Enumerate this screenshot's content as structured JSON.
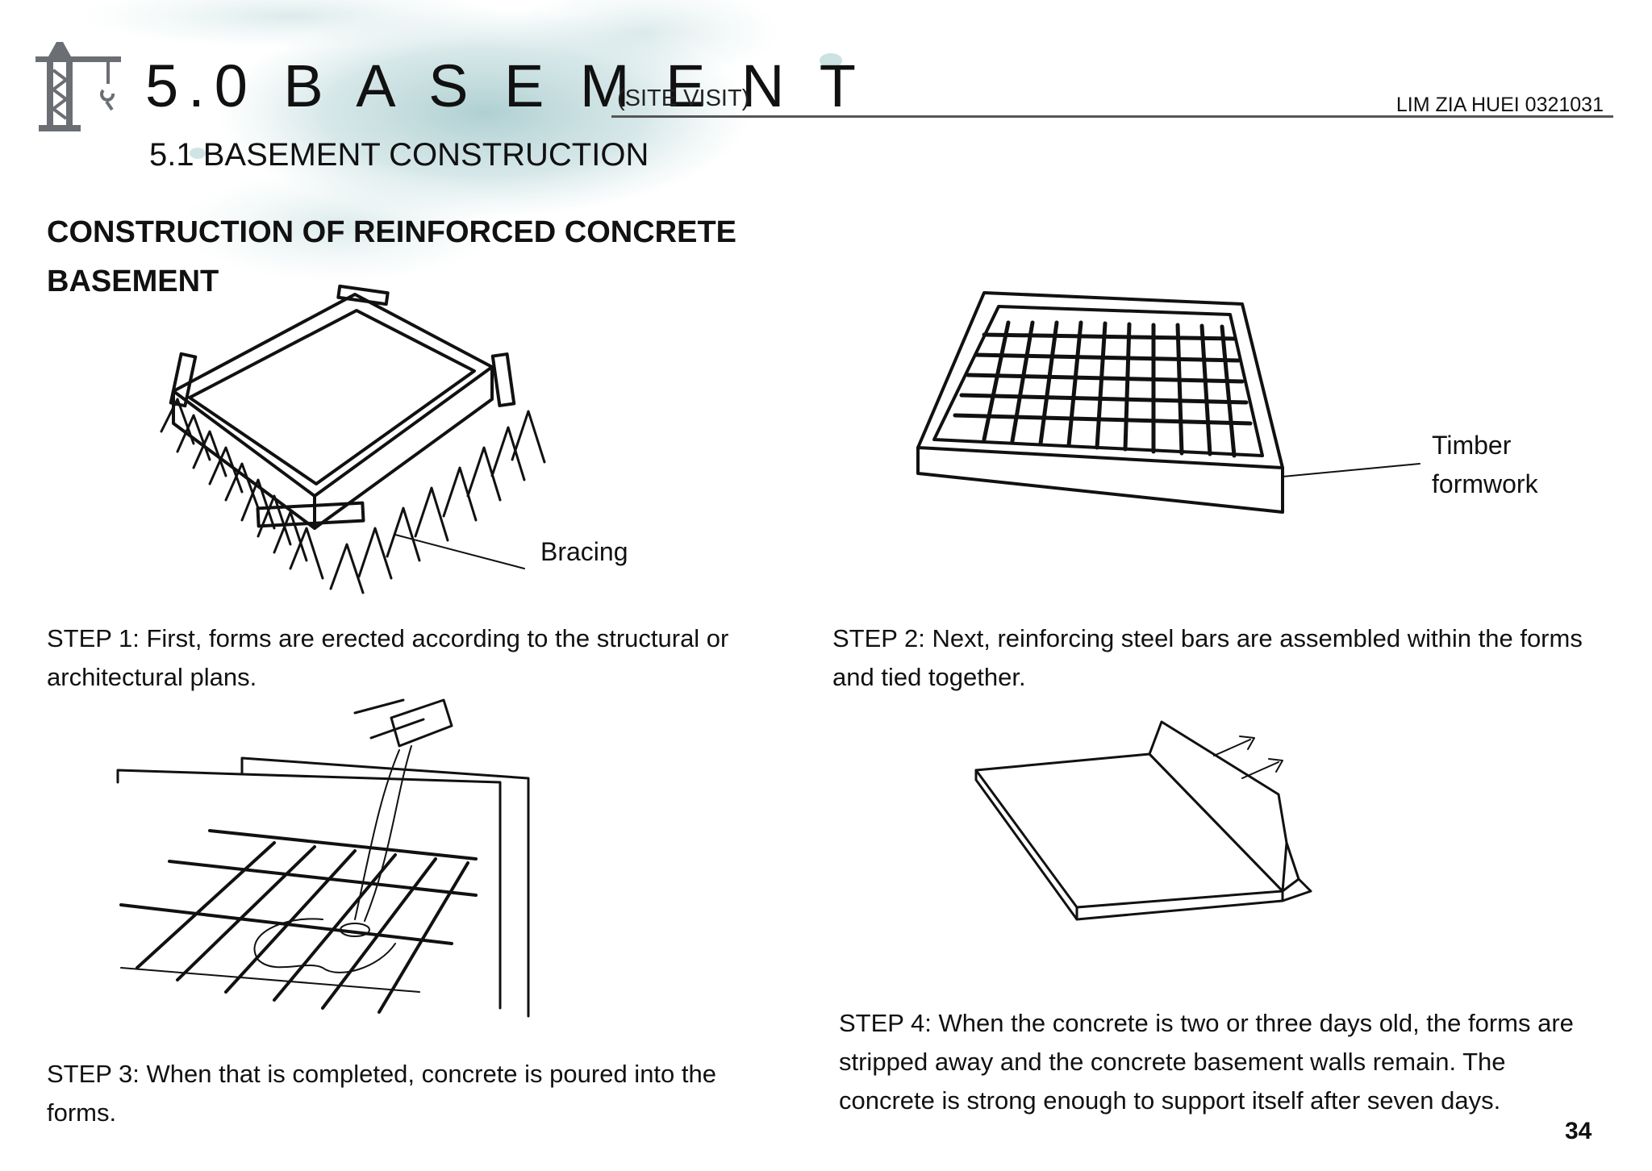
{
  "header": {
    "section_title": "5.0 B A S E M E N T",
    "section_note": "(SITE VISIT)",
    "author": "LIM ZIA HUEI  0321031",
    "subsection_title": "5.1 BASEMENT CONSTRUCTION"
  },
  "heading": "CONSTRUCTION OF REINFORCED CONCRETE BASEMENT",
  "labels": {
    "bracing": "Bracing",
    "timber_line1": "Timber",
    "timber_line2": "formwork"
  },
  "steps": [
    {
      "text": "STEP 1: First, forms are erected according to the structural or architectural plans."
    },
    {
      "text": "STEP 2: Next, reinforcing steel bars are assembled within the forms and tied together."
    },
    {
      "text": "STEP 3: When that is completed, concrete is poured into the forms."
    },
    {
      "text": "STEP 4: When the concrete is two or three days old, the forms are stripped away and the concrete basement walls remain. The concrete is strong enough to support itself after seven days."
    }
  ],
  "page_number": "34",
  "icons": [
    "crane-icon"
  ],
  "colors": {
    "watercolor": "#7fb3b6",
    "rule": "#555555",
    "icon": "#6b6f73"
  }
}
